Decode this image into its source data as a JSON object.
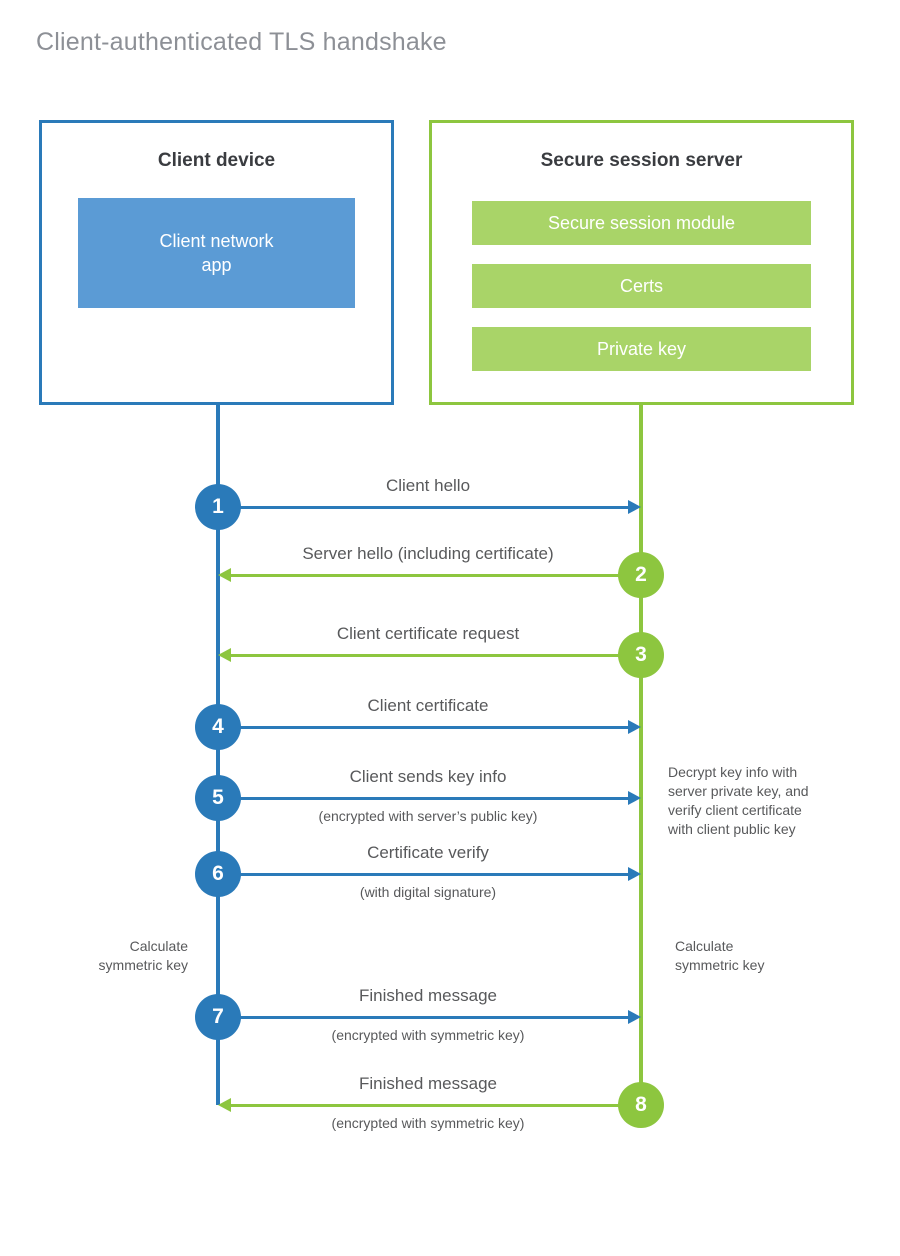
{
  "title": "Client-authenticated TLS handshake",
  "colors": {
    "client_blue": "#2a7ab9",
    "client_app_fill": "#5b9bd5",
    "server_green": "#8dc63f",
    "server_block_fill": "#a9d468",
    "text_gray": "#58595b",
    "title_gray": "#8d9096"
  },
  "participants": {
    "client": {
      "title": "Client device",
      "block_label": "Client network\napp"
    },
    "server": {
      "title": "Secure session server",
      "blocks": [
        {
          "label": "Secure session module"
        },
        {
          "label": "Certs"
        },
        {
          "label": "Private key"
        }
      ]
    }
  },
  "messages": [
    {
      "step": "1",
      "label": "Client hello",
      "sublabel": "",
      "direction": "client-to-server",
      "color": "blue"
    },
    {
      "step": "2",
      "label": "Server hello (including certificate)",
      "sublabel": "",
      "direction": "server-to-client",
      "color": "green"
    },
    {
      "step": "3",
      "label": "Client certificate request",
      "sublabel": "",
      "direction": "server-to-client",
      "color": "green"
    },
    {
      "step": "4",
      "label": "Client certificate",
      "sublabel": "",
      "direction": "client-to-server",
      "color": "blue"
    },
    {
      "step": "5",
      "label": "Client sends key info",
      "sublabel": "(encrypted with server’s public key)",
      "direction": "client-to-server",
      "color": "blue"
    },
    {
      "step": "6",
      "label": "Certificate verify",
      "sublabel": "(with digital signature)",
      "direction": "client-to-server",
      "color": "blue"
    },
    {
      "step": "7",
      "label": "Finished message",
      "sublabel": "(encrypted with symmetric key)",
      "direction": "client-to-server",
      "color": "blue"
    },
    {
      "step": "8",
      "label": "Finished message",
      "sublabel": "(encrypted with symmetric key)",
      "direction": "server-to-client",
      "color": "green"
    }
  ],
  "annotations": {
    "client_calculate": "Calculate\nsymmetric key",
    "server_decrypt": "Decrypt key info with\nserver private key, and\nverify client certificate\nwith client public key",
    "server_calculate": "Calculate\nsymmetric key"
  }
}
